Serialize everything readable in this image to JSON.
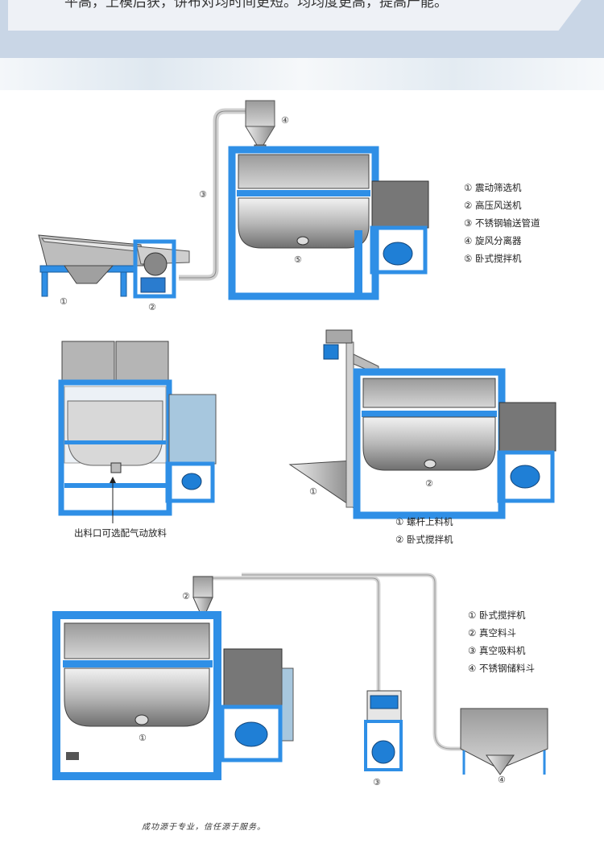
{
  "header": {
    "text": "平高，上模后获，饼布对均时间更短。均均度更高，提高产能。"
  },
  "diagram1": {
    "labels": [
      "①",
      "②",
      "③",
      "④",
      "⑤"
    ],
    "legend": [
      "① 震动筛选机",
      "② 高压风送机",
      "③ 不锈钢输送管道",
      "④ 旋风分离器",
      "⑤ 卧式搅拌机"
    ]
  },
  "diagram2": {
    "caption": "出料口可选配气动放料"
  },
  "diagram3": {
    "labels": [
      "①",
      "②"
    ],
    "legend": [
      "① 螺杆上料机",
      "② 卧式搅拌机"
    ]
  },
  "diagram4": {
    "labels": [
      "①",
      "②",
      "③",
      "④"
    ],
    "legend": [
      "① 卧式搅拌机",
      "② 真空料斗",
      "③ 真空吸料机",
      "④ 不锈钢储料斗"
    ]
  },
  "footer": {
    "slogan": "成功源于专业，信任源于服务。"
  },
  "colors": {
    "frame_blue": "#2f8fe6",
    "steel": "#9a9a9a",
    "motor_blue": "#1f7fd6"
  }
}
